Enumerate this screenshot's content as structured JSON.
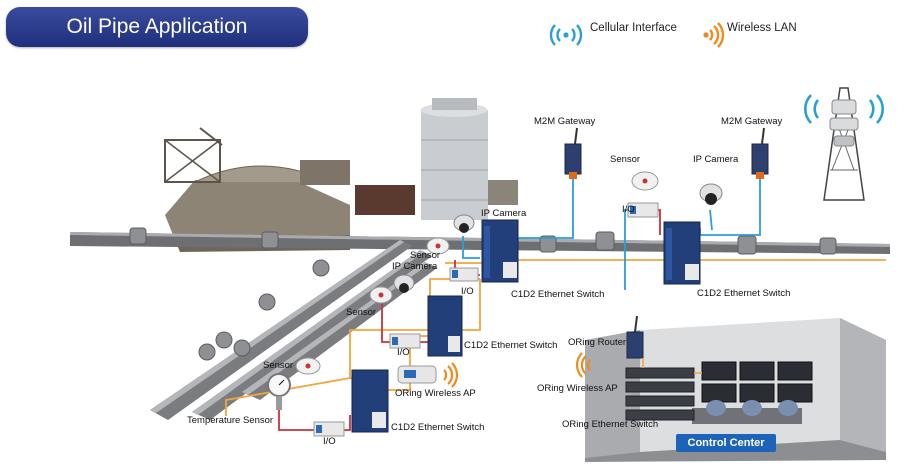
{
  "title": "Oil Pipe Application",
  "legend": {
    "cellular": "Cellular Interface",
    "wireless": "Wireless LAN",
    "cellular_color": "#2a9fd6",
    "wireless_color": "#f08a1c"
  },
  "labels": {
    "m2m_gateway_left": "M2M Gateway",
    "m2m_gateway_right": "M2M Gateway",
    "sensor_top": "Sensor",
    "ip_camera_right": "IP Camera",
    "io_top": "I/O",
    "ip_camera_center": "IP Camera",
    "sensor_center": "Sensor",
    "ip_camera_center2": "IP Camera",
    "io_center": "I/O",
    "switch_center": "C1D2 Ethernet Switch",
    "switch_right": "C1D2 Ethernet Switch",
    "sensor_mid": "Sensor",
    "io_mid": "I/O",
    "switch_mid": "C1D2 Ethernet Switch",
    "sensor_low": "Sensor",
    "wireless_ap": "ORing Wireless AP",
    "temperature_sensor": "Temperature Sensor",
    "io_low": "I/O",
    "switch_low": "C1D2 Ethernet Switch",
    "oring_router": "ORing Router",
    "oring_wireless_ap": "ORing Wireless AP",
    "oring_ethernet_switch": "ORing Ethernet Switch",
    "control_center": "Control Center"
  },
  "colors": {
    "title_bg": "#26368a",
    "ethernet_line": "#f5a43a",
    "io_line": "#c8323c",
    "cellular_line": "#2a9fd6",
    "control_center_badge": "#1d64b8"
  }
}
